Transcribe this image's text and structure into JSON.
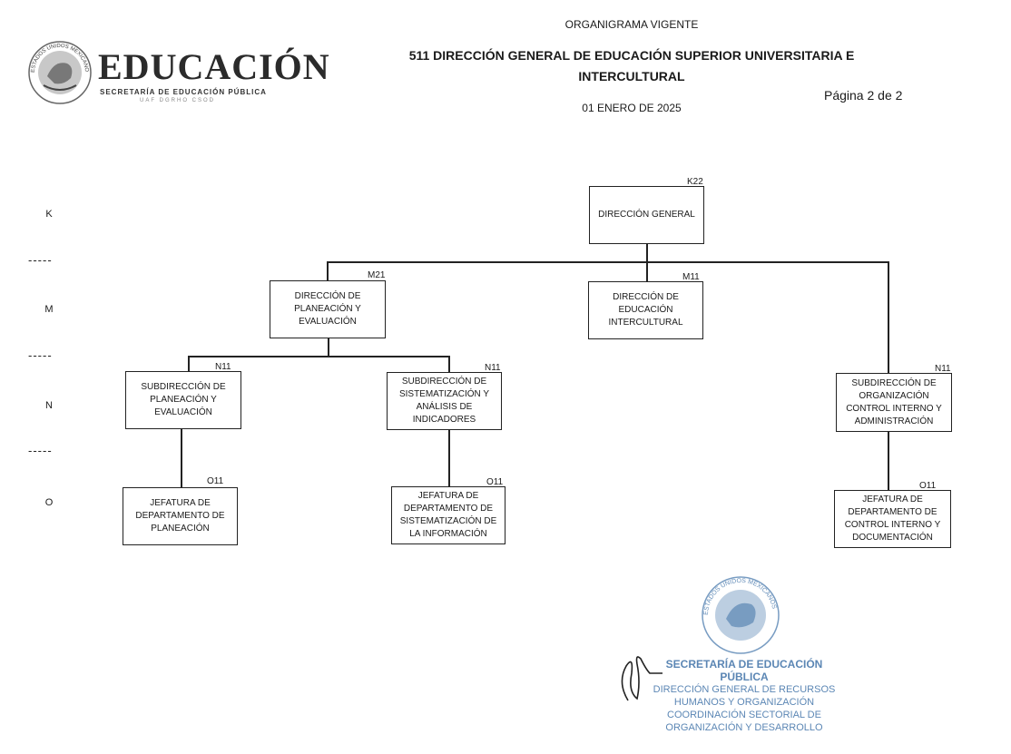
{
  "header": {
    "top_title": "ORGANIGRAMA VIGENTE",
    "org_title_line1": "511 DIRECCIÓN GENERAL DE EDUCACIÓN SUPERIOR UNIVERSITARIA E",
    "org_title_line2": "INTERCULTURAL",
    "date": "01 ENERO DE 2025",
    "page": "Página 2 de 2"
  },
  "logo": {
    "wordmark": "EDUCACIÓN",
    "subtitle": "SECRETARÍA DE EDUCACIÓN PÚBLICA",
    "sub_codes": "UAF  DGRHO  CSOD",
    "seal_ring_text": "ESTADOS UNIDOS MEXICANOS",
    "icon": "mexican-coat-of-arms"
  },
  "levels": [
    "K",
    "M",
    "N",
    "O"
  ],
  "separator": "-----",
  "org_units": {
    "direccion_general": {
      "code": "K22",
      "name": "DIRECCIÓN GENERAL"
    },
    "dir_planeacion": {
      "code": "M21",
      "name": "DIRECCIÓN DE PLANEACIÓN Y EVALUACIÓN"
    },
    "dir_educacion_intercultural": {
      "code": "M11",
      "name": "DIRECCIÓN DE EDUCACIÓN INTERCULTURAL"
    },
    "sub_planeacion": {
      "code": "N11",
      "name": "SUBDIRECCIÓN DE PLANEACIÓN Y EVALUACIÓN"
    },
    "sub_sistematizacion": {
      "code": "N11",
      "name": "SUBDIRECCIÓN DE SISTEMATIZACIÓN Y ANÁLISIS DE INDICADORES"
    },
    "sub_organizacion": {
      "code": "N11",
      "name": "SUBDIRECCIÓN DE ORGANIZACIÓN CONTROL INTERNO Y ADMINISTRACIÓN"
    },
    "jef_planeacion": {
      "code": "O11",
      "name": "JEFATURA DE DEPARTAMENTO DE PLANEACIÓN"
    },
    "jef_sistematizacion": {
      "code": "O11",
      "name": "JEFATURA DE DEPARTAMENTO DE SISTEMATIZACIÓN DE LA INFORMACIÓN"
    },
    "jef_control": {
      "code": "O11",
      "name": "JEFATURA DE DEPARTAMENTO DE CONTROL INTERNO Y DOCUMENTACIÓN"
    }
  },
  "stamp": {
    "line1": "SECRETARÍA DE EDUCACIÓN PÚBLICA",
    "line2": "DIRECCIÓN GENERAL DE RECURSOS",
    "line3": "HUMANOS Y ORGANIZACIÓN",
    "line4": "COORDINACIÓN SECTORIAL DE",
    "line5": "ORGANIZACIÓN Y DESARROLLO",
    "seal_ring_text": "ESTADOS UNIDOS MEXICANOS",
    "color": "#3f72a8"
  },
  "colors": {
    "line": "#222222",
    "stamp": "#3f72a8"
  }
}
